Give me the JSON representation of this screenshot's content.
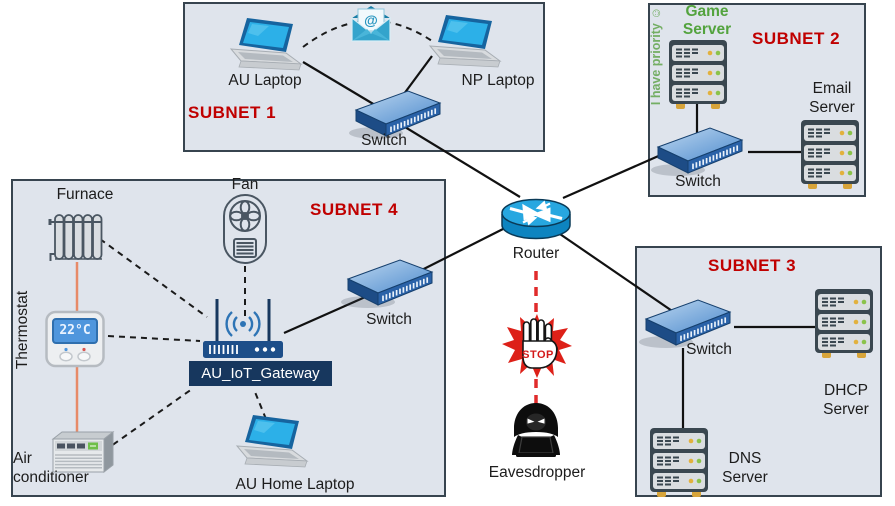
{
  "subnet1": {
    "title": "SUBNET 1",
    "au_laptop": "AU Laptop",
    "np_laptop": "NP Laptop",
    "switch": "Switch",
    "email_at": "@"
  },
  "subnet2": {
    "title": "SUBNET 2",
    "game_server": "Game Server",
    "priority_note": "I have priority ☺",
    "email_server": "Email Server",
    "switch": "Switch"
  },
  "subnet3": {
    "title": "SUBNET 3",
    "switch": "Switch",
    "dhcp_server": "DHCP Server",
    "dns_server": "DNS Server"
  },
  "subnet4": {
    "title": "SUBNET 4",
    "furnace": "Furnace",
    "fan": "Fan",
    "thermostat": "Thermostat",
    "thermostat_reading": "22°C",
    "gateway": "AU_IoT_Gateway",
    "switch": "Switch",
    "air_conditioner": "Air conditioner",
    "home_laptop": "AU Home Laptop"
  },
  "core": {
    "router": "Router",
    "stop": "STOP",
    "eavesdropper": "Eavesdropper"
  },
  "colors": {
    "subnet_fill": "#dfe4ec",
    "subnet_border": "#37444f",
    "title_red": "#c00000",
    "server_green": "#53a33e",
    "priority_green": "#74ae64",
    "line_black": "#111111",
    "dash_red": "#e02b2b",
    "hvac_link_orange": "#e78a68",
    "gateway_navy": "#17375e",
    "router_blue": "#27a7e0",
    "switch_blue": "#2a62a8",
    "laptop_screen_blue": "#2cb0e8"
  }
}
